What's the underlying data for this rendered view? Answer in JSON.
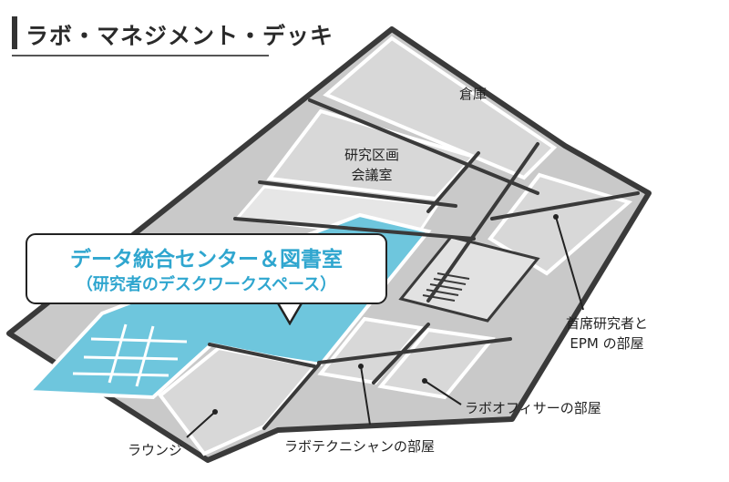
{
  "heading": "ラボ・マネジメント・デッキ",
  "callout": {
    "title": "データ統合センター＆図書室",
    "subtitle": "（研究者のデスクワークスペース）"
  },
  "rooms": {
    "storage": "倉庫",
    "meeting_line1": "研究区画",
    "meeting_line2": "会議室",
    "epm_line1": "首席研究者と",
    "epm_line2": "EPM の部屋",
    "office": "ラボオフィサーの部屋",
    "technician": "ラボテクニシャンの部屋",
    "lounge": "ラウンジ"
  },
  "colors": {
    "highlight": "#6ec6dd",
    "callout_text": "#2fa6cf",
    "room_fill": "#d6d6d6",
    "floor_fill": "#c7c7c7",
    "wall": "#3a3a3a"
  }
}
